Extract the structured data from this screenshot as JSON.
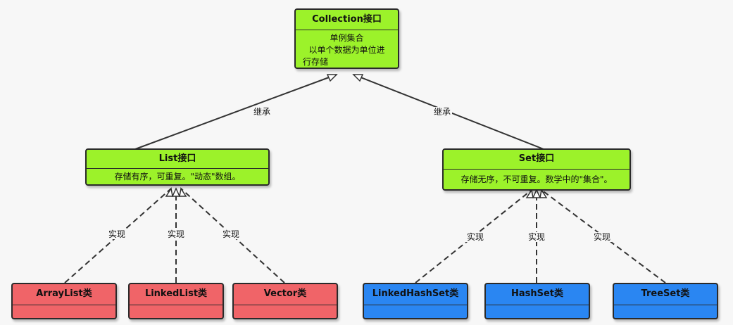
{
  "diagram": {
    "colors": {
      "interface": "#9cf22a",
      "list_impl": "#f06468",
      "set_impl": "#2a86f2",
      "line": "#333333"
    },
    "collection": {
      "title": "Collection接口",
      "desc_lines": [
        "单例集合",
        "以单个数据为单位进",
        "行存储"
      ]
    },
    "list": {
      "title": "List接口",
      "desc": "存储有序，可重复。\"动态\"数组。"
    },
    "set": {
      "title": "Set接口",
      "desc": "存储无序，不可重复。数学中的\"集合\"。"
    },
    "list_impls": [
      "ArrayList类",
      "LinkedList类",
      "Vector类"
    ],
    "set_impls": [
      "LinkedHashSet类",
      "HashSet类",
      "TreeSet类"
    ],
    "labels": {
      "inherit_left": "继承",
      "inherit_right": "继承",
      "impl": [
        "实现",
        "实现",
        "实现",
        "实现",
        "实现",
        "实现"
      ]
    }
  }
}
